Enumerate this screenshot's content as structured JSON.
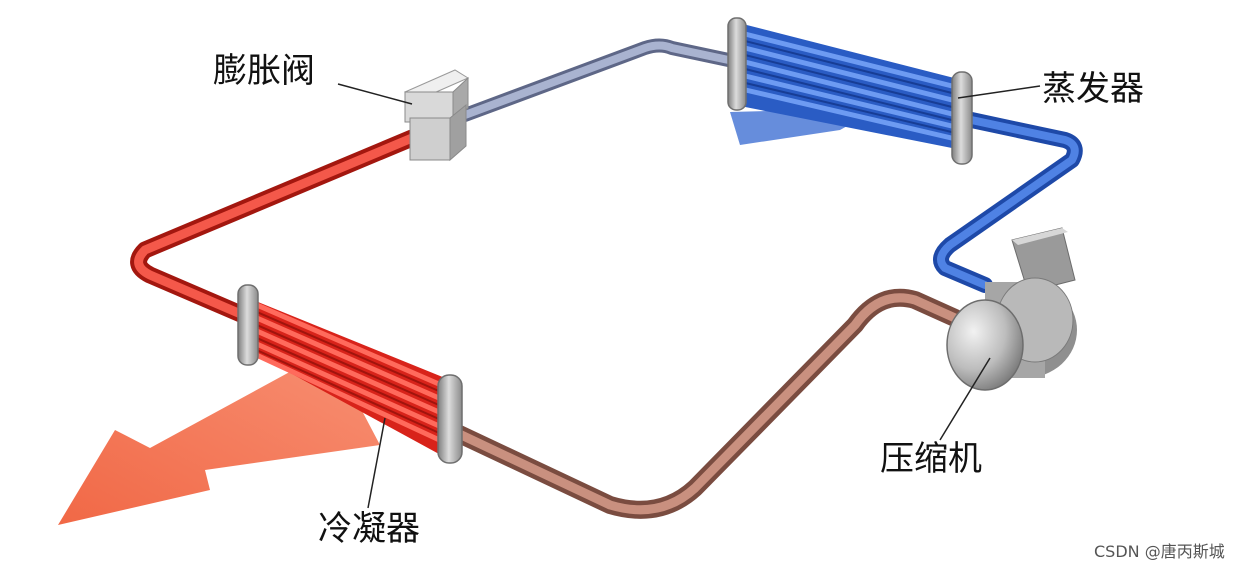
{
  "labels": {
    "expansion_valve": "膨胀阀",
    "evaporator": "蒸发器",
    "compressor": "压缩机",
    "condenser": "冷凝器"
  },
  "watermark": "CSDN @唐丙斯城",
  "colors": {
    "hot_line": "#e8392c",
    "cold_line": "#2f63c8",
    "low_pressure_line": "#8c97b6",
    "discharge_line": "#b07a6a",
    "heat_arrow": "#f06a4a",
    "cold_air": "#4b79d6",
    "metal": "#b8b8b8"
  }
}
